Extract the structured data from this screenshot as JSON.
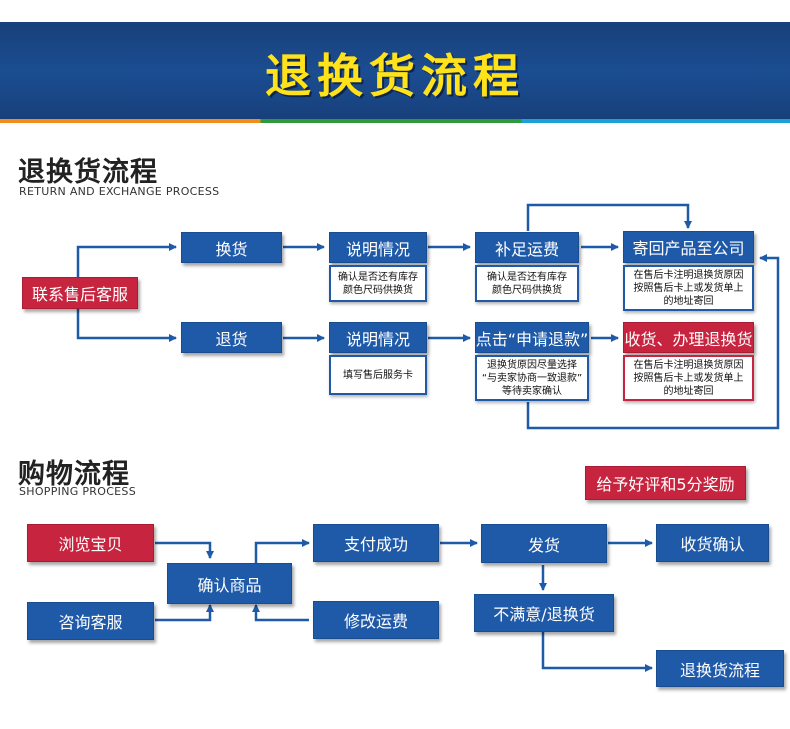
{
  "banner": {
    "title": "退换货流程"
  },
  "return_section": {
    "title": "退换货流程",
    "subtitle": "RETURN AND EXCHANGE PROCESS",
    "start": "联系售后客服",
    "exchange": "换货",
    "refund": "退货",
    "explain_1": "说明情况",
    "explain_1_note": "确认是否还有库存\n颜色尺码供换货",
    "explain_2": "说明情况",
    "explain_2_note": "填写售后服务卡",
    "supplement_fee": "补足运费",
    "supplement_note": "确认是否还有库存\n颜色尺码供换货",
    "apply_refund": "点击“申请退款”",
    "apply_refund_note": "退换货原因尽量选择\n“与卖家协商一致退款”\n等待卖家确认",
    "send_back": "寄回产品至公司",
    "send_back_note": "在售后卡注明退换货原因\n按照售后卡上或发货单上\n的地址寄回",
    "receive_process": "收货、办理退换货",
    "receive_process_note": "在售后卡注明退换货原因\n按照售后卡上或发货单上\n的地址寄回"
  },
  "shopping_section": {
    "title": "购物流程",
    "subtitle": "SHOPPING PROCESS",
    "reward": "给予好评和5分奖励",
    "browse": "浏览宝贝",
    "consult": "咨询客服",
    "confirm_item": "确认商品",
    "pay_success": "支付成功",
    "modify_shipping": "修改运费",
    "ship": "发货",
    "receive_confirm": "收货确认",
    "unsatisfied": "不满意/退换货",
    "return_process": "退换货流程"
  },
  "colors": {
    "blue": "#1f5aa8",
    "red": "#c6243f",
    "banner_text": "#ffe21a",
    "banner_bg": "#1b4d92"
  }
}
